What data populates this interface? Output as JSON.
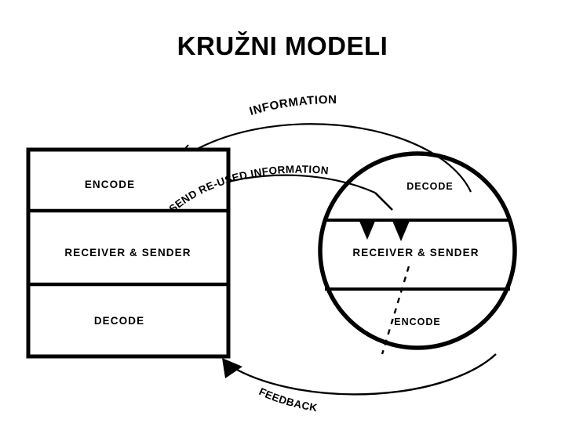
{
  "slide": {
    "title": "KRUŽNI MODELI",
    "background_color": "#FFFFFF",
    "ink_color": "#000000"
  },
  "diagram": {
    "type": "circular-communication-model",
    "left_block": {
      "shape": "rectangle",
      "name": "sender-rectangle",
      "sections": [
        {
          "label": "ENCODE"
        },
        {
          "label": "RECEIVER & SENDER"
        },
        {
          "label": "DECODE"
        }
      ]
    },
    "right_block": {
      "shape": "circle",
      "name": "receiver-circle",
      "sections": [
        {
          "label": "DECODE"
        },
        {
          "label": "RECEIVER & SENDER"
        },
        {
          "label": "ENCODE"
        }
      ]
    },
    "arcs": [
      {
        "name": "information-arc",
        "label": "INFORMATION",
        "direction": "left-to-right",
        "style": "solid"
      },
      {
        "name": "send-re-used-information-arc",
        "label": "SEND RE-USED INFORMATION",
        "direction": "left-to-right",
        "style": "solid"
      },
      {
        "name": "feedback-arc",
        "label": "FEEDBACK",
        "direction": "right-to-left",
        "style": "solid"
      }
    ]
  }
}
